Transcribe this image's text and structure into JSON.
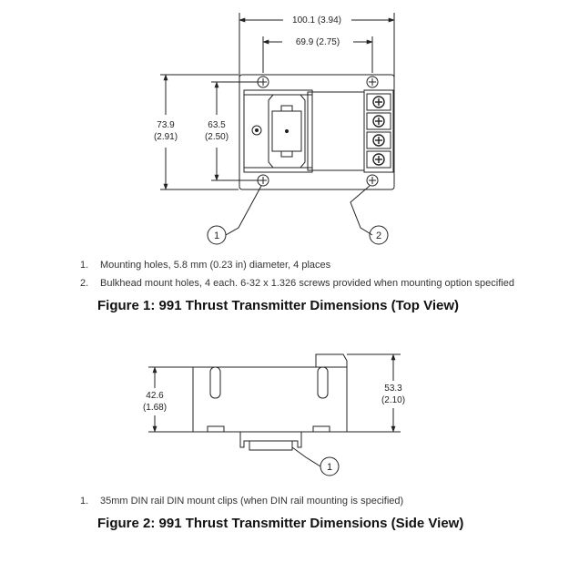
{
  "figure1": {
    "dims": {
      "overall_width": "100.1 (3.94)",
      "hole_spacing_width": "69.9 (2.75)",
      "overall_height_mm": "73.9",
      "overall_height_in": "(2.91)",
      "hole_spacing_height_mm": "63.5",
      "hole_spacing_height_in": "(2.50)"
    },
    "callouts": [
      "1",
      "2"
    ],
    "notes": [
      {
        "num": "1.",
        "text": "Mounting holes, 5.8 mm (0.23 in) diameter, 4 places"
      },
      {
        "num": "2.",
        "text": "Bulkhead mount holes, 4 each.  6-32 x 1.326 screws provided when mounting option specified"
      }
    ],
    "caption": "Figure 1: 991 Thrust Transmitter Dimensions (Top View)"
  },
  "figure2": {
    "dims": {
      "height_left_mm": "42.6",
      "height_left_in": "(1.68)",
      "height_right_mm": "53.3",
      "height_right_in": "(2.10)"
    },
    "callouts": [
      "1"
    ],
    "notes": [
      {
        "num": "1.",
        "text": "35mm DIN rail DIN mount clips (when DIN rail mounting is specified)"
      }
    ],
    "caption": "Figure 2: 991 Thrust Transmitter Dimensions (Side View)"
  }
}
